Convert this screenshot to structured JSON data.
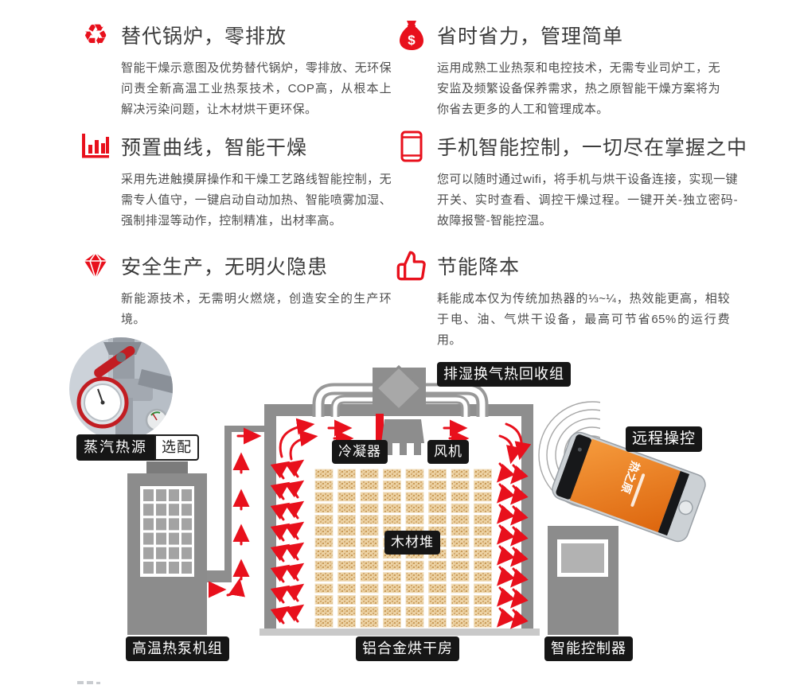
{
  "features": [
    {
      "icon": "recycle-icon",
      "title": "替代锅炉，零排放",
      "body": "智能干燥示意图及优势替代锅炉，零排放、无环保问责全新高温工业热泵技术，COP高，从根本上解决污染问题，让木材烘干更环保。"
    },
    {
      "icon": "moneybag-icon",
      "title": "省时省力，管理简单",
      "body": "运用成熟工业热泵和电控技术，无需专业司炉工，无安监及频繁设备保养需求，热之原智能干燥方案将为你省去更多的人工和管理成本。"
    },
    {
      "icon": "barchart-icon",
      "title": "预置曲线，智能干燥",
      "body": "采用先进触摸屏操作和干燥工艺路线智能控制，无需专人值守，一键启动自动加热、智能喷雾加湿、强制排湿等动作，控制精准，出材率高。"
    },
    {
      "icon": "smartphone-icon",
      "title": "手机智能控制，一切尽在掌握之中",
      "body": "您可以随时通过wifi，将手机与烘干设备连接，实现一键开关、实时查看、调控干燥过程。一键开关-独立密码-故障报警-智能控温。"
    },
    {
      "icon": "diamond-icon",
      "title": "安全生产，无明火隐患",
      "body": "新能源技术，无需明火燃烧，创造安全的生产环境。"
    },
    {
      "icon": "thumbsup-icon",
      "title": "节能降本",
      "body": "耗能成本仅为传统加热器的⅓~¼，热效能更高，相较于电、油、气烘干设备，最高可节省65%的运行费用。"
    }
  ],
  "diagram": {
    "labels": {
      "steam_source": "蒸汽热源",
      "optional": "选配",
      "heat_recovery": "排湿换气热回收组",
      "condenser": "冷凝器",
      "fan": "风机",
      "wood_pile": "木材堆",
      "remote_control": "远程操控",
      "heat_pump": "高温热泵机组",
      "drying_room": "铝合金烘干房",
      "controller": "智能控制器"
    },
    "phone": {
      "brand": "热之原"
    }
  },
  "colors": {
    "accent_red": "#e8101c",
    "structure_gray": "#8e8e8e",
    "wood_tan": "#ecd2a4",
    "phone_screen_orange": "#ed7621",
    "label_bg": "#161616"
  }
}
